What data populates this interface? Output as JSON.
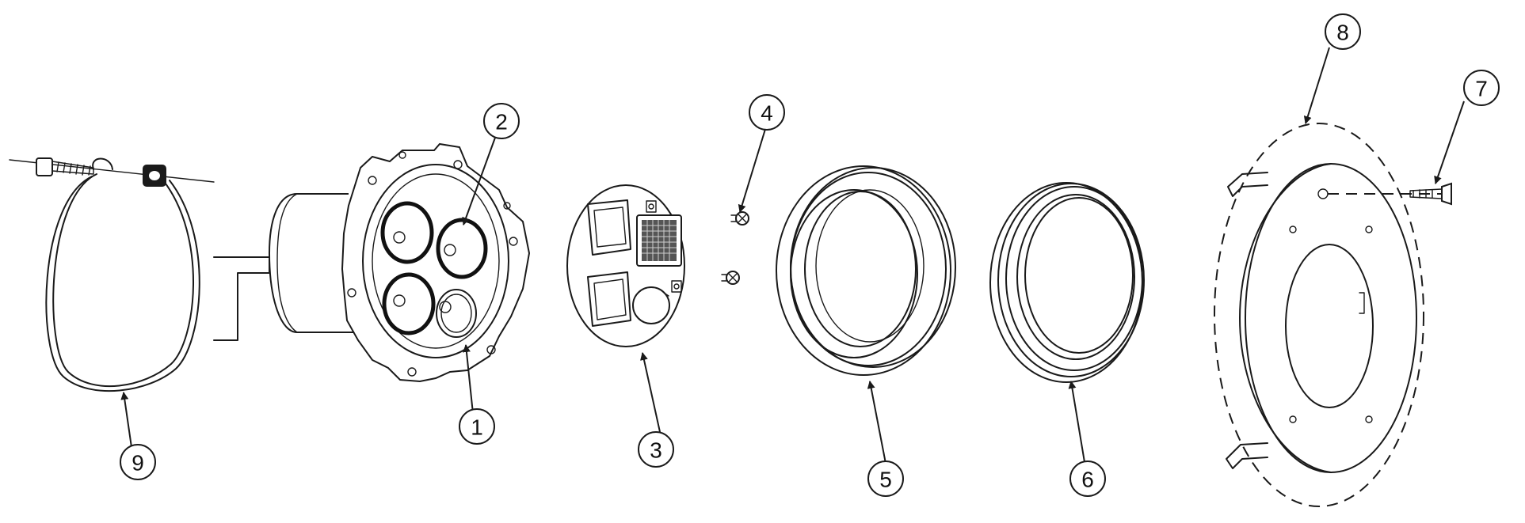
{
  "callouts": {
    "c1": "1",
    "c2": "2",
    "c3": "3",
    "c4": "4",
    "c5": "5",
    "c6": "6",
    "c7": "7",
    "c8": "8",
    "c9": "9"
  },
  "colors": {
    "line": "#1a1a1a",
    "background": "#ffffff"
  }
}
